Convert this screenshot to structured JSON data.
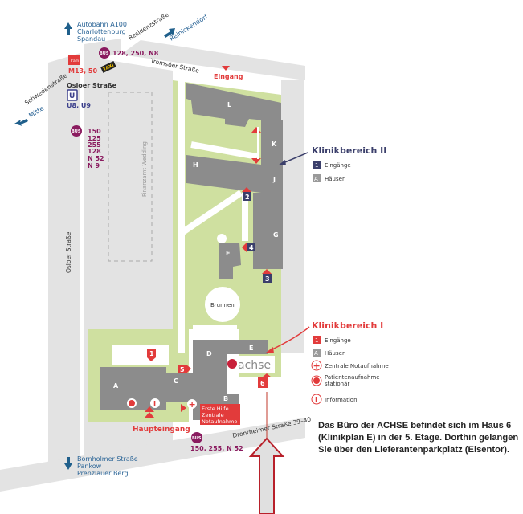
{
  "directions": {
    "north": [
      "Autobahn A100",
      "Charlottenburg",
      "Spandau"
    ],
    "northeast": "Reinickendorf",
    "west": "Mitte",
    "south": [
      "Bornholmer Straße",
      "Pankow",
      "Prenzlauer Berg"
    ]
  },
  "streets": {
    "residenz": "Residenzstraße",
    "tromsoe": "Tromsöer Straße",
    "schwedenstr": "Schwedenstraße",
    "osloer": "Osloer Straße",
    "drontheimer": "Drontheimer Straße 39–40"
  },
  "transit": {
    "tram_badge": "Tram",
    "tram_lines": "M13, 50",
    "bus_badge": "BUS",
    "bus_top": "128, 250, N8",
    "taxi": "TAXI",
    "ubahn_station": "Osloer Straße",
    "ubahn_badge": "U",
    "ubahn_lines": "U8, U9",
    "bus_left": [
      "150",
      "125",
      "255",
      "128",
      "N 52",
      "N 9"
    ],
    "bus_bottom": "150, 255, N 52"
  },
  "map": {
    "finanzamt": "Finanzamt Wedding",
    "eingang": "Eingang",
    "haupteingang": "Haupteingang",
    "brunnen": "Brunnen",
    "houses": [
      "L",
      "K",
      "H",
      "J",
      "G",
      "F",
      "A",
      "C",
      "D",
      "E",
      "B"
    ],
    "entrances": [
      "1",
      "2",
      "3",
      "4",
      "5",
      "6"
    ],
    "erste_hilfe": [
      "Erste Hilfe",
      "Zentrale",
      "Notaufnahme"
    ],
    "logo": "achse"
  },
  "legend_ii": {
    "title": "Klinikbereich II",
    "color": "#3b3f6b",
    "items": [
      {
        "badge": "1",
        "label": "Eingänge"
      },
      {
        "badge": "A",
        "label": "Häuser"
      }
    ]
  },
  "legend_i": {
    "title": "Klinikbereich I",
    "color": "#e23b3b",
    "items": [
      {
        "badge": "1",
        "label": "Eingänge"
      },
      {
        "badge": "A",
        "label": "Häuser"
      },
      {
        "label": "Zentrale Notaufnahme"
      },
      {
        "label": "Patientenaufnahme",
        "label2": "stationär"
      },
      {
        "label": "Information"
      }
    ]
  },
  "note": "Das Büro der ACHSE befindet sich im Haus 6 (Klinikplan E)  in der 5. Etage. Dorthin gelangen Sie über den Lieferantenparkplatz (Eisentor)."
}
